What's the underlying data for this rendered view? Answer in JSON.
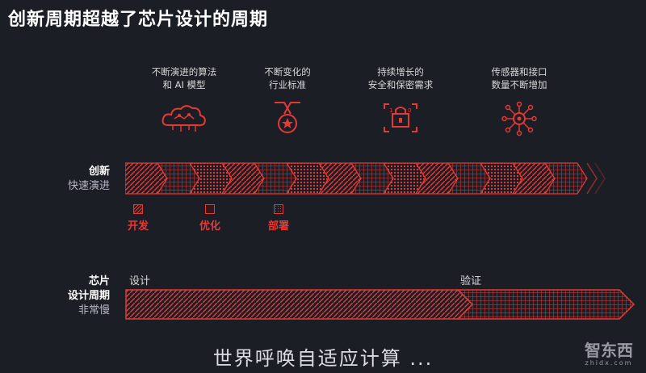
{
  "title": "创新周期超越了芯片设计的周期",
  "features": [
    {
      "label": "不断演进的算法\n和 AI 模型",
      "icon": "brain-cloud-icon"
    },
    {
      "label": "不断变化的\n行业标准",
      "icon": "medal-icon"
    },
    {
      "label": "持续增长的\n安全和保密需求",
      "icon": "security-lock-icon"
    },
    {
      "label": "传感器和接口\n数量不断增加",
      "icon": "sensor-hub-icon"
    }
  ],
  "innovation_row": {
    "title": "创新",
    "subtitle": "快速演进"
  },
  "legend": [
    {
      "label": "开发",
      "pattern": "diagonal"
    },
    {
      "label": "优化",
      "pattern": "grid"
    },
    {
      "label": "部署",
      "pattern": "dots"
    }
  ],
  "chip_row": {
    "title1": "芯片",
    "title2": "设计周期",
    "subtitle": "非常慢"
  },
  "chip_labels": {
    "design": "设计",
    "verify": "验证"
  },
  "bottom_text": "世界呼唤自适应计算 ...",
  "logo": {
    "name": "智东西",
    "url": "zhidx.com"
  },
  "colors": {
    "accent": "#e53935",
    "background": "#1c1e26"
  }
}
